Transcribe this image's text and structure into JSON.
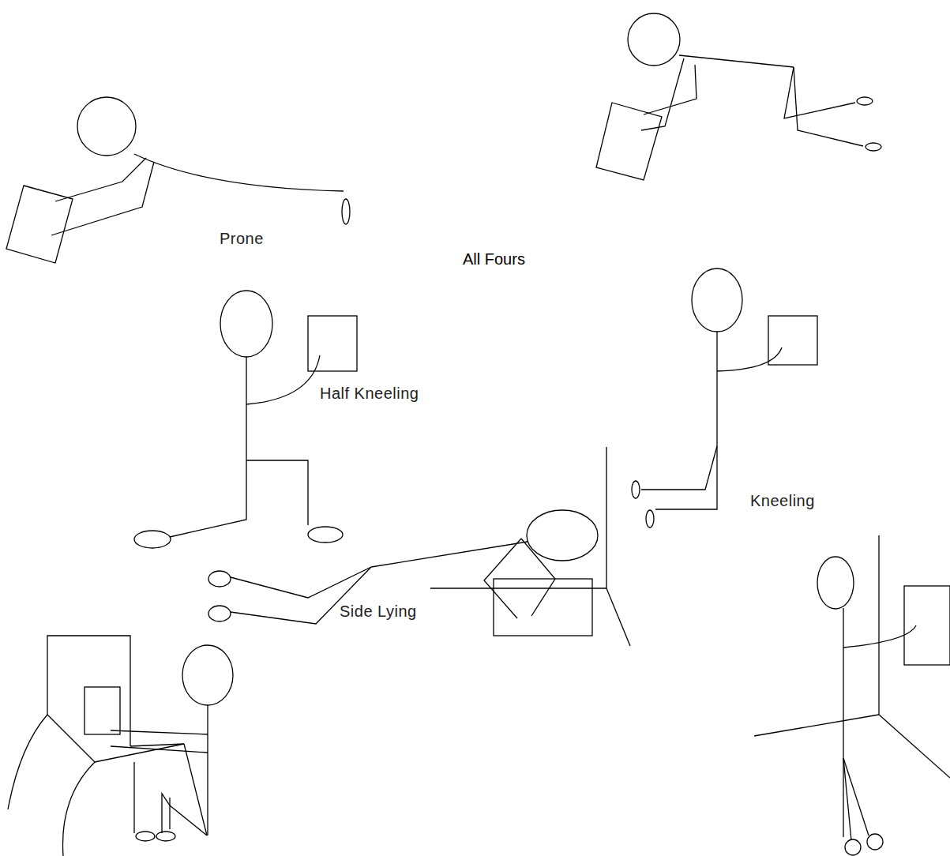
{
  "diagram": {
    "labels": [
      "Prone",
      "All Fours",
      "Half Kneeling",
      "Kneeling",
      "Side Lying"
    ]
  }
}
